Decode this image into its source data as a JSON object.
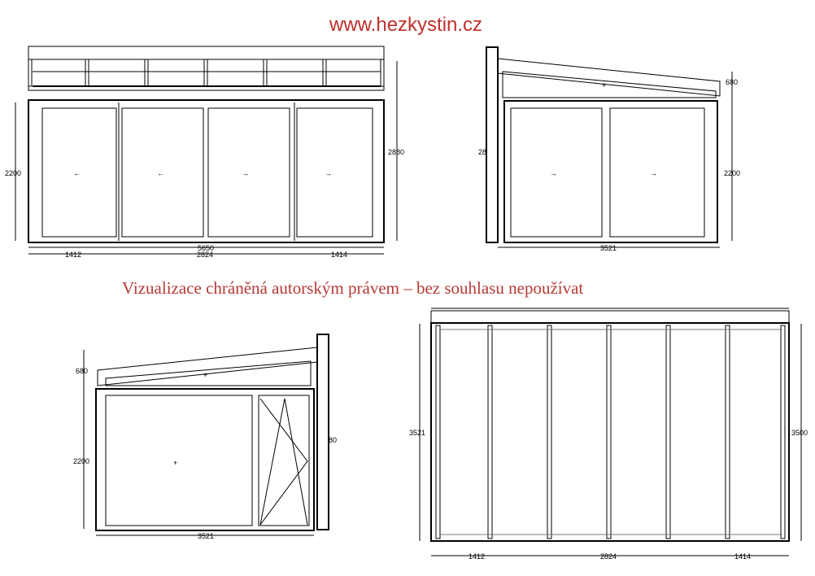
{
  "header": {
    "site": "www.hezkystin.cz"
  },
  "watermark": "Vizualizace chráněná autorským právem – bez souhlasu nepoužívat",
  "front_view": {
    "height_left": "2200",
    "height_right": "2880",
    "total_width": "5650",
    "widths": [
      "1412",
      "2824",
      "1414"
    ],
    "arrows": [
      "←",
      "←",
      "→",
      "→"
    ]
  },
  "side_view_right": {
    "roof_height": "680",
    "door_height": "2200",
    "width": "3521",
    "partial_label": "28",
    "arrows": [
      "→",
      "→"
    ]
  },
  "side_view_left": {
    "roof_height": "680",
    "door_height": "2200",
    "width": "3521",
    "partial_label": "80"
  },
  "back_view": {
    "height_left": "3521",
    "height_right": "3500",
    "widths": [
      "1412",
      "2824",
      "1414"
    ]
  }
}
